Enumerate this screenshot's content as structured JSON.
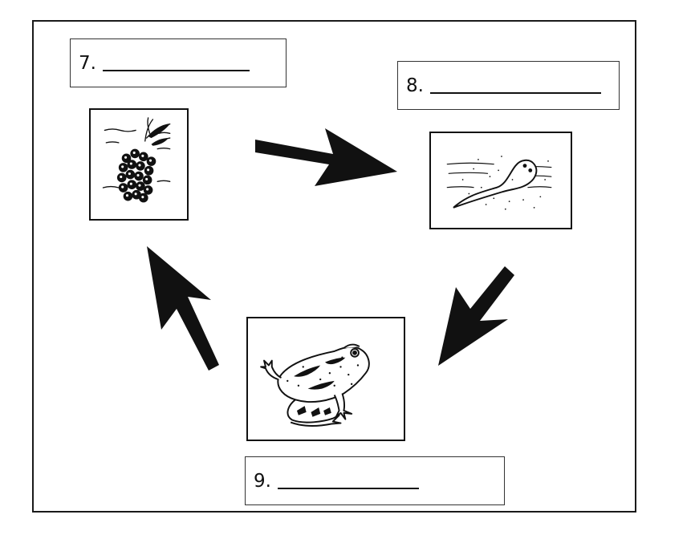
{
  "labels": {
    "label_7": "7.",
    "label_8": "8.",
    "label_9": "9."
  },
  "icons": {
    "stage_1": "frog-eggs-icon",
    "stage_2": "tadpole-icon",
    "stage_3": "frog-icon",
    "arrows": "arrow-icon"
  },
  "colors": {
    "ink": "#111111",
    "background": "#ffffff"
  }
}
